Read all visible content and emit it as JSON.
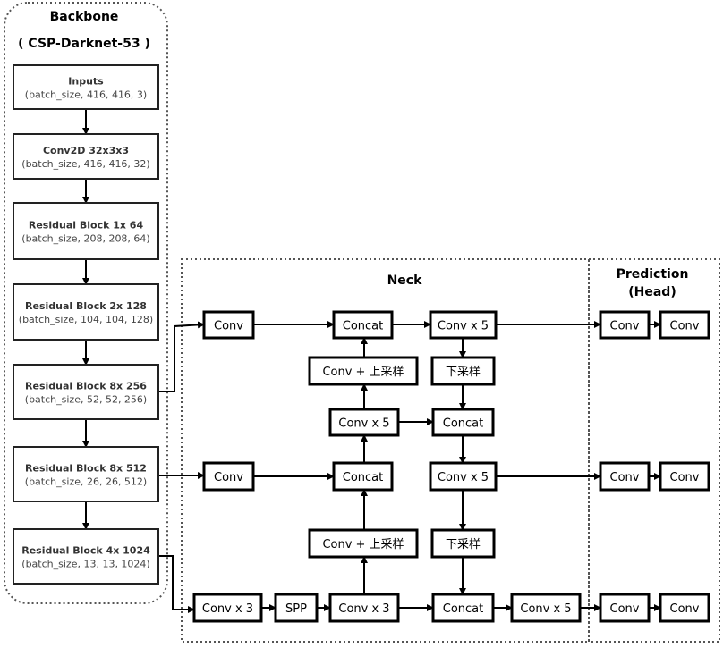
{
  "backbone": {
    "title": "Backbone",
    "subtitle": "( CSP-Darknet-53 )",
    "blocks": [
      {
        "title": "Inputs",
        "shape": "(batch_size, 416, 416, 3)"
      },
      {
        "title": "Conv2D 32x3x3",
        "shape": "(batch_size, 416, 416, 32)"
      },
      {
        "title": "Residual Block 1x  64",
        "shape": "(batch_size, 208, 208, 64)"
      },
      {
        "title": "Residual Block 2x  128",
        "shape": "(batch_size, 104, 104, 128)"
      },
      {
        "title": "Residual Block 8x  256",
        "shape": "(batch_size, 52, 52, 256)"
      },
      {
        "title": "Residual Block 8x  512",
        "shape": "(batch_size, 26, 26, 512)"
      },
      {
        "title": "Residual Block 4x  1024",
        "shape": "(batch_size, 13, 13, 1024)"
      }
    ]
  },
  "neck": {
    "title": "Neck",
    "nodes": {
      "r1_conv": "Conv",
      "r1_concat": "Concat",
      "r1_convx5": "Conv x 5",
      "r2_up": "Conv + 上采样",
      "r2_down": "下采样",
      "r3_convx5": "Conv x 5",
      "r3_concat": "Concat",
      "r4_conv": "Conv",
      "r4_concat": "Concat",
      "r4_convx5": "Conv x 5",
      "r5_up": "Conv + 上采样",
      "r5_down": "下采样",
      "r6_convx3a": "Conv x 3",
      "r6_spp": "SPP",
      "r6_convx3b": "Conv x 3",
      "r6_concat": "Concat",
      "r6_convx5": "Conv x 5"
    }
  },
  "head": {
    "title": "Prediction",
    "subtitle": "(Head)",
    "nodes": {
      "p1a": "Conv",
      "p1b": "Conv",
      "p2a": "Conv",
      "p2b": "Conv",
      "p3a": "Conv",
      "p3b": "Conv"
    }
  }
}
